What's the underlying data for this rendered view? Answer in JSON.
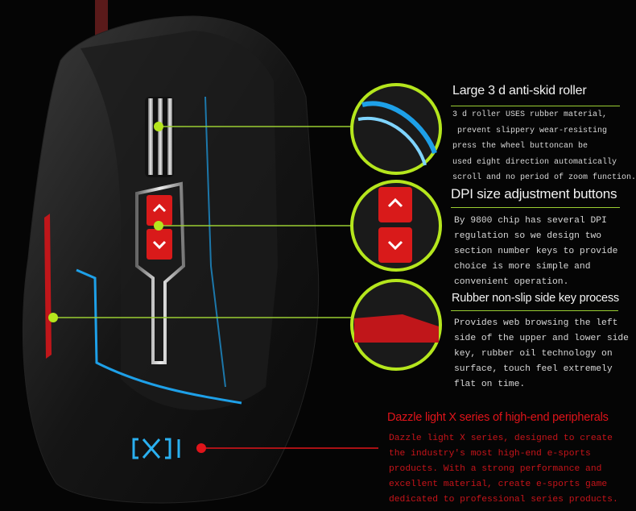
{
  "features": [
    {
      "title": "Large 3 d anti-skid roller",
      "lines": [
        "3 d roller USES rubber material,",
        " prevent slippery wear-resisting",
        "press the wheel buttoncan be",
        "used eight direction automatically",
        "scroll and no period of zoom function."
      ]
    },
    {
      "title": "DPI size adjustment buttons",
      "lines": [
        "By 9800 chip has several DPI",
        "regulation so we design two",
        "section number keys to provide",
        "choice is more simple and",
        "convenient operation."
      ]
    },
    {
      "title": "Rubber non-slip side key process",
      "lines": [
        "Provides web browsing the left",
        "side of the upper and lower side",
        "key, rubber oil technology on",
        "surface, touch feel extremely",
        "flat on time."
      ]
    },
    {
      "title": "Dazzle light X series of high-end peripherals",
      "lines": [
        "Dazzle light X series, designed to create",
        "the industry's most high-end e-sports",
        "products. With a strong performance and",
        "excellent material, create e-sports game",
        "dedicated to professional series products."
      ]
    }
  ],
  "logo_text": "[X]",
  "colors": {
    "accent_green": "#b5e61d",
    "accent_red": "#e0141a",
    "accent_blue": "#1ea0e8"
  }
}
